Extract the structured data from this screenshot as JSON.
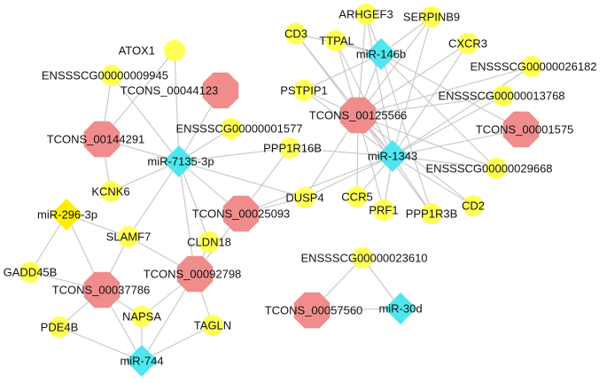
{
  "colors": {
    "lncrna": "#f08c8c",
    "mirna": "#4fe6ee",
    "gene": "#ffff55",
    "mirna_special": "#ffee00",
    "edge": "#c6c6c6"
  },
  "nodes": [
    {
      "id": "ATOX1",
      "label": "ATOX1",
      "type": "gene"
    },
    {
      "id": "ENSSSCG00000009945",
      "label": "ENSSSCG00000009945",
      "type": "gene"
    },
    {
      "id": "TCONS_00044123",
      "label": "TCONS_00044123",
      "type": "lncrna"
    },
    {
      "id": "ENSSSCG00000001577",
      "label": "ENSSSCG00000001577",
      "type": "gene"
    },
    {
      "id": "TCONS_00144291",
      "label": "TCONS_00144291",
      "type": "lncrna"
    },
    {
      "id": "miR-7135-3p",
      "label": "miR-7135-3p",
      "type": "mirna"
    },
    {
      "id": "KCNK6",
      "label": "KCNK6",
      "type": "gene"
    },
    {
      "id": "miR-296-3p",
      "label": "miR-296-3p",
      "type": "mirna_special"
    },
    {
      "id": "SLAMF7",
      "label": "SLAMF7",
      "type": "gene"
    },
    {
      "id": "GADD45B",
      "label": "GADD45B",
      "type": "gene"
    },
    {
      "id": "TCONS_00037786",
      "label": "TCONS_00037786",
      "type": "lncrna"
    },
    {
      "id": "PDE4B",
      "label": "PDE4B",
      "type": "gene"
    },
    {
      "id": "NAPSA",
      "label": "NAPSA",
      "type": "gene"
    },
    {
      "id": "miR-744",
      "label": "miR-744",
      "type": "mirna"
    },
    {
      "id": "TAGLN",
      "label": "TAGLN",
      "type": "gene"
    },
    {
      "id": "TCONS_00092798",
      "label": "TCONS_00092798",
      "type": "lncrna"
    },
    {
      "id": "CLDN18",
      "label": "CLDN18",
      "type": "gene"
    },
    {
      "id": "TCONS_00025093",
      "label": "TCONS_00025093",
      "type": "lncrna"
    },
    {
      "id": "PPP1R16B",
      "label": "PPP1R16B",
      "type": "gene"
    },
    {
      "id": "DUSP4",
      "label": "DUSP4",
      "type": "gene"
    },
    {
      "id": "PSTPIP1",
      "label": "PSTPIP1",
      "type": "gene"
    },
    {
      "id": "CD3",
      "label": "CD3",
      "type": "gene"
    },
    {
      "id": "TTPAL",
      "label": "TTPAL",
      "type": "gene"
    },
    {
      "id": "ARHGEF3",
      "label": "ARHGEF3",
      "type": "gene"
    },
    {
      "id": "SERPINB9",
      "label": "SERPINB9",
      "type": "gene"
    },
    {
      "id": "miR-146b",
      "label": "miR-146b",
      "type": "mirna"
    },
    {
      "id": "CXCR3",
      "label": "CXCR3",
      "type": "gene"
    },
    {
      "id": "TCONS_00125566",
      "label": "TCONS_00125566",
      "type": "lncrna"
    },
    {
      "id": "ENSSSCG00000026182",
      "label": "ENSSSCG00000026182",
      "type": "gene"
    },
    {
      "id": "ENSSSCG00000013768",
      "label": "ENSSSCG00000013768",
      "type": "gene"
    },
    {
      "id": "TCONS_00001575",
      "label": "TCONS_00001575",
      "type": "lncrna"
    },
    {
      "id": "miR-1343",
      "label": "miR-1343",
      "type": "mirna"
    },
    {
      "id": "ENSSSCG00000029668",
      "label": "ENSSSCG00000029668",
      "type": "gene"
    },
    {
      "id": "CCR5",
      "label": "CCR5",
      "type": "gene"
    },
    {
      "id": "PRF1",
      "label": "PRF1",
      "type": "gene"
    },
    {
      "id": "PPP1R3B",
      "label": "PPP1R3B",
      "type": "gene"
    },
    {
      "id": "CD2",
      "label": "CD2",
      "type": "gene"
    },
    {
      "id": "ENSSSCG00000023610",
      "label": "ENSSSCG00000023610",
      "type": "gene"
    },
    {
      "id": "TCONS_00057560",
      "label": "TCONS_00057560",
      "type": "lncrna"
    },
    {
      "id": "miR-30d",
      "label": "miR-30d",
      "type": "mirna"
    }
  ],
  "edges": [
    [
      "miR-7135-3p",
      "ATOX1"
    ],
    [
      "miR-7135-3p",
      "ENSSSCG00000009945"
    ],
    [
      "miR-7135-3p",
      "TCONS_00044123"
    ],
    [
      "miR-7135-3p",
      "ENSSSCG00000001577"
    ],
    [
      "miR-7135-3p",
      "TCONS_00144291"
    ],
    [
      "miR-7135-3p",
      "KCNK6"
    ],
    [
      "miR-7135-3p",
      "SLAMF7"
    ],
    [
      "miR-7135-3p",
      "TCONS_00025093"
    ],
    [
      "miR-7135-3p",
      "PPP1R16B"
    ],
    [
      "miR-7135-3p",
      "DUSP4"
    ],
    [
      "miR-7135-3p",
      "CLDN18"
    ],
    [
      "miR-7135-3p",
      "TCONS_00092798"
    ],
    [
      "TCONS_00144291",
      "ENSSSCG00000009945"
    ],
    [
      "TCONS_00144291",
      "KCNK6"
    ],
    [
      "TCONS_00144291",
      "ATOX1"
    ],
    [
      "miR-296-3p",
      "SLAMF7"
    ],
    [
      "miR-296-3p",
      "TCONS_00037786"
    ],
    [
      "miR-296-3p",
      "GADD45B"
    ],
    [
      "TCONS_00037786",
      "SLAMF7"
    ],
    [
      "TCONS_00037786",
      "GADD45B"
    ],
    [
      "TCONS_00037786",
      "PDE4B"
    ],
    [
      "TCONS_00037786",
      "miR-744"
    ],
    [
      "TCONS_00037786",
      "NAPSA"
    ],
    [
      "miR-744",
      "PDE4B"
    ],
    [
      "miR-744",
      "NAPSA"
    ],
    [
      "miR-744",
      "TAGLN"
    ],
    [
      "miR-744",
      "TCONS_00092798"
    ],
    [
      "TCONS_00092798",
      "SLAMF7"
    ],
    [
      "TCONS_00092798",
      "CLDN18"
    ],
    [
      "TCONS_00092798",
      "TAGLN"
    ],
    [
      "TCONS_00092798",
      "NAPSA"
    ],
    [
      "TCONS_00092798",
      "PPP1R16B"
    ],
    [
      "TCONS_00025093",
      "DUSP4"
    ],
    [
      "TCONS_00025093",
      "miR-1343"
    ],
    [
      "TCONS_00125566",
      "miR-146b"
    ],
    [
      "TCONS_00125566",
      "miR-1343"
    ],
    [
      "TCONS_00125566",
      "DUSP4"
    ],
    [
      "TCONS_00125566",
      "PSTPIP1"
    ],
    [
      "TCONS_00125566",
      "CD3"
    ],
    [
      "TCONS_00125566",
      "TTPAL"
    ],
    [
      "TCONS_00125566",
      "ARHGEF3"
    ],
    [
      "TCONS_00125566",
      "SERPINB9"
    ],
    [
      "TCONS_00125566",
      "CXCR3"
    ],
    [
      "TCONS_00125566",
      "ENSSSCG00000026182"
    ],
    [
      "TCONS_00125566",
      "ENSSSCG00000013768"
    ],
    [
      "TCONS_00125566",
      "ENSSSCG00000029668"
    ],
    [
      "TCONS_00125566",
      "CCR5"
    ],
    [
      "TCONS_00125566",
      "PRF1"
    ],
    [
      "TCONS_00125566",
      "PPP1R3B"
    ],
    [
      "TCONS_00125566",
      "CD2"
    ],
    [
      "miR-146b",
      "CD3"
    ],
    [
      "miR-146b",
      "TTPAL"
    ],
    [
      "miR-146b",
      "ARHGEF3"
    ],
    [
      "miR-146b",
      "SERPINB9"
    ],
    [
      "miR-146b",
      "PSTPIP1"
    ],
    [
      "miR-146b",
      "ENSSSCG00000029668"
    ],
    [
      "miR-146b",
      "PPP1R3B"
    ],
    [
      "miR-146b",
      "TCONS_00001575"
    ],
    [
      "miR-1343",
      "PPP1R16B"
    ],
    [
      "miR-1343",
      "DUSP4"
    ],
    [
      "miR-1343",
      "PSTPIP1"
    ],
    [
      "miR-1343",
      "CD3"
    ],
    [
      "miR-1343",
      "TTPAL"
    ],
    [
      "miR-1343",
      "ARHGEF3"
    ],
    [
      "miR-1343",
      "SERPINB9"
    ],
    [
      "miR-1343",
      "CXCR3"
    ],
    [
      "miR-1343",
      "ENSSSCG00000026182"
    ],
    [
      "miR-1343",
      "ENSSSCG00000013768"
    ],
    [
      "miR-1343",
      "TCONS_00001575"
    ],
    [
      "miR-1343",
      "ENSSSCG00000029668"
    ],
    [
      "miR-1343",
      "CCR5"
    ],
    [
      "miR-1343",
      "PRF1"
    ],
    [
      "miR-1343",
      "PPP1R3B"
    ],
    [
      "miR-1343",
      "CD2"
    ],
    [
      "ENSSSCG00000023610",
      "TCONS_00057560"
    ],
    [
      "ENSSSCG00000023610",
      "miR-30d"
    ],
    [
      "TCONS_00057560",
      "miR-30d"
    ]
  ]
}
